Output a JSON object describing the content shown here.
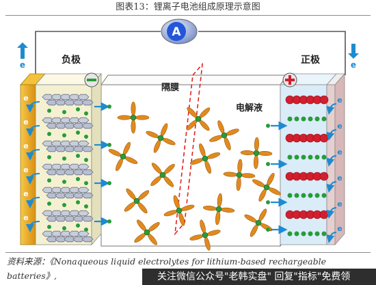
{
  "figure": {
    "title": "图表13：锂离子电池组成原理示意图"
  },
  "diagram": {
    "ammeter_label": "A",
    "negative_label": "负极",
    "positive_label": "正极",
    "separator_label": "隔膜",
    "electrolyte_label": "电解液",
    "minus_sign": "−",
    "plus_sign": "+",
    "electron_label": "e",
    "colors": {
      "ammeter": "#2456d8",
      "anode_sheet": "#f4f1d2",
      "anode_collector": "#f0b31d",
      "cathode_sheet": "#d9ecf8",
      "cathode_collector": "#e2c6c6",
      "lithium_ion": "#2a9a3a",
      "solvent_molecule": "#e08a1f",
      "oxide_atom": "#d21f2e",
      "arrow": "#1e8bd0",
      "separator": "#e02020"
    }
  },
  "source": {
    "text": "资料来源：《Nonaqueous liquid electrolytes for lithium-based rechargeable batteries》,",
    "text_line2": "rechargeable batteries》,"
  },
  "watermark": {
    "text": "关注微信公众号\"老韩实盘\" 回复\"指标\"免费领"
  }
}
